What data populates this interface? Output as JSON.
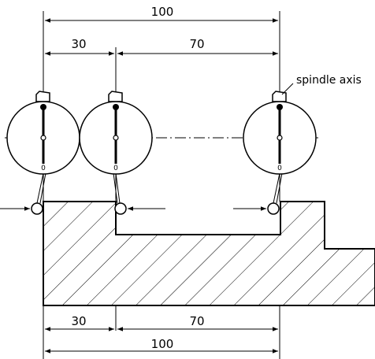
{
  "top_dimensions": {
    "total": "100",
    "first": "30",
    "second": "70"
  },
  "bottom_dimensions": {
    "first": "30",
    "second": "70",
    "total": "100"
  },
  "annotation": {
    "spindle_axis": "spindle axis"
  },
  "indicators": [
    {
      "zero_label": "0"
    },
    {
      "zero_label": "0"
    },
    {
      "zero_label": "0"
    }
  ]
}
